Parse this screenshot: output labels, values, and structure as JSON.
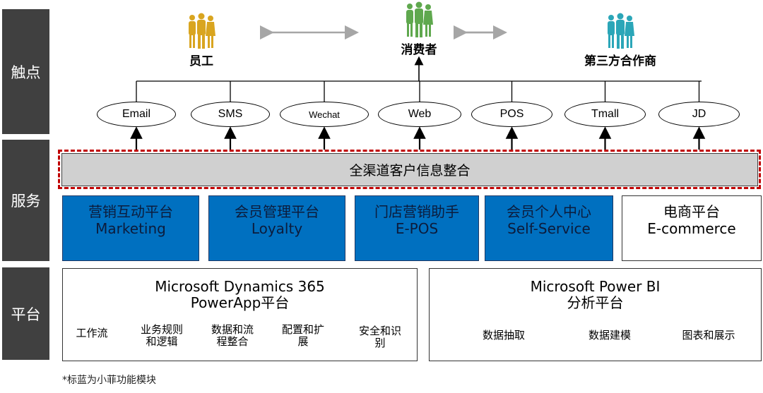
{
  "rows": {
    "touchpoints": "触点",
    "services": "服务",
    "platform": "平台"
  },
  "personas": [
    {
      "label": "员工",
      "icon": "people-group-icon",
      "color": "#d9a520"
    },
    {
      "label": "消费者",
      "icon": "people-group-icon",
      "color": "#5fa84e"
    },
    {
      "label": "第三方合作商",
      "icon": "people-group-icon",
      "color": "#2ba6b8"
    }
  ],
  "channels": [
    "Email",
    "SMS",
    "Wechat",
    "Web",
    "POS",
    "Tmall",
    "JD"
  ],
  "integration": {
    "label": "全渠道客户信息整合",
    "highlight_color": "#c00000"
  },
  "services": [
    {
      "cn": "营销互动平台",
      "en": "Marketing",
      "highlight": true
    },
    {
      "cn": "会员管理平台",
      "en": "Loyalty",
      "highlight": true
    },
    {
      "cn": "门店营销助手",
      "en": "E-POS",
      "highlight": true
    },
    {
      "cn": "会员个人中心",
      "en": "Self-Service",
      "highlight": true
    },
    {
      "cn": "电商平台",
      "en": "E-commerce",
      "highlight": false
    }
  ],
  "platforms": [
    {
      "title_line1": "Microsoft Dynamics 365",
      "title_line2": "PowerApp平台",
      "features": [
        {
          "line1": "工作流",
          "line2": ""
        },
        {
          "line1": "业务规则",
          "line2": "和逻辑"
        },
        {
          "line1": "数据和流",
          "line2": "程整合"
        },
        {
          "line1": "配置和扩",
          "line2": "展"
        },
        {
          "line1": "安全和识",
          "line2": "别"
        }
      ]
    },
    {
      "title_line1": "Microsoft Power BI",
      "title_line2": "分析平台",
      "features": [
        {
          "line1": "数据抽取"
        },
        {
          "line1": "数据建模"
        },
        {
          "line1": "图表和展示"
        }
      ]
    }
  ],
  "colors": {
    "highlight_blue": "#0070c0",
    "side_label_bg": "#404040",
    "integration_bg": "#d0d0d0"
  },
  "footnote": "*标蓝为小菲功能模块"
}
